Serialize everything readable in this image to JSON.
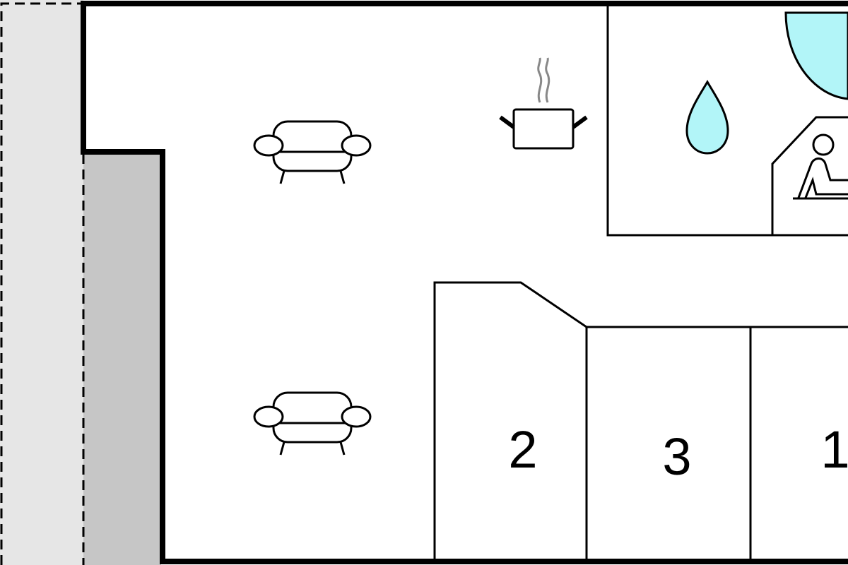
{
  "rooms": {
    "bedroom_a": {
      "label": "2"
    },
    "bedroom_b": {
      "label": "3"
    },
    "bedroom_c": {
      "label": "1"
    }
  },
  "icons": [
    "sofa-icon",
    "sofa-icon",
    "cooking-pot-icon",
    "water-drop-icon",
    "sauna-icon",
    "pool-icon"
  ],
  "colors": {
    "water": "#b2f5f8",
    "terrace_light": "#e6e6e6",
    "terrace_dark": "#c6c6c6",
    "wall": "#000000"
  }
}
